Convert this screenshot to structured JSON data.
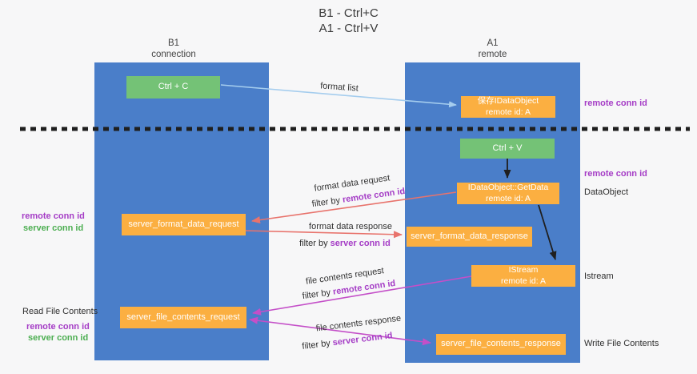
{
  "title": {
    "line1": "B1 - Ctrl+C",
    "line2": "A1 - Ctrl+V"
  },
  "colors": {
    "lane_blue": "#4a7ec9",
    "box_orange": "#fbaf41",
    "box_green": "#74c276",
    "arrow_red": "#e8736c",
    "arrow_magenta": "#c44fc8",
    "arrow_blue": "#a5cdee",
    "text_purple": "#a53dc6",
    "text_green": "#4cae51",
    "dash_black": "#1f1f1f"
  },
  "lanes": {
    "b1": {
      "name": "B1",
      "sub": "connection"
    },
    "a1": {
      "name": "A1",
      "sub": "remote"
    }
  },
  "nodes": {
    "ctrl_c": {
      "label": "Ctrl + C"
    },
    "save_dataobject": {
      "line1": "保存IDataObject",
      "line2": "remote id: A"
    },
    "ctrl_v": {
      "label": "Ctrl + V"
    },
    "getdata": {
      "line1": "IDataObject::GetData",
      "line2": "remote id: A"
    },
    "server_format_data_request": {
      "label": "server_format_data_request"
    },
    "server_format_data_response": {
      "label": "server_format_data_response"
    },
    "istream": {
      "line1": "IStream",
      "line2": "remote id: A"
    },
    "server_file_contents_request": {
      "label": "server_file_contents_request"
    },
    "server_file_contents_response": {
      "label": "server_file_contents_response"
    }
  },
  "edges": {
    "format_list": {
      "label": "format list"
    },
    "format_data_request": {
      "label": "format data request",
      "filter_prefix": "filter by ",
      "filter_key": "remote conn id"
    },
    "format_data_response": {
      "label": "format data response",
      "filter_prefix": "filter by ",
      "filter_key": "server conn id"
    },
    "file_contents_request": {
      "label": "file contents request",
      "filter_prefix": "filter by ",
      "filter_key": "remote conn id"
    },
    "file_contents_response": {
      "label": "file contents response",
      "filter_prefix": "filter by ",
      "filter_key": "server conn id"
    }
  },
  "annotations": {
    "right": {
      "remote_conn_id_1": "remote conn id",
      "remote_conn_id_2": "remote conn id",
      "dataobject": "DataObject",
      "istream": "Istream",
      "write_file_contents": "Write File Contents"
    },
    "left": {
      "pair1_remote": "remote conn id",
      "pair1_server": "server conn id",
      "read_file_contents": "Read File Contents",
      "pair2_remote": "remote conn id",
      "pair2_server": "server conn id"
    }
  }
}
